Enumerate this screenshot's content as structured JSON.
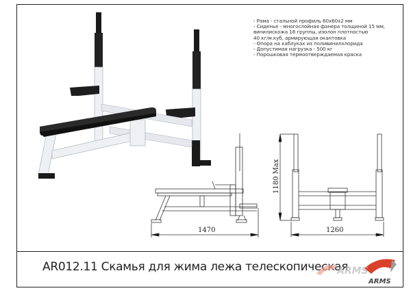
{
  "document": {
    "title": "AR012.11 Скамья для жима лежа телескопическая",
    "brand": "ARMS",
    "specs": [
      "- Рама - стальной профиль 60х60х2 мм",
      "- Сиденье - многослойная фанера толщиной 15 мм,",
      "винилискожа 18 группы, изолон плотностью",
      " 40 кг/м.куб, армирующая окантовка",
      "- Опора на каблуках из поливинилхлорида",
      "- Допустимая нагрузка - 500 кг",
      "- Порошковая термоотверждаемая краска"
    ],
    "dimensions": {
      "length": "1470",
      "width": "1260",
      "height": "1180 Max"
    }
  },
  "colors": {
    "frame_line": "#222222",
    "bench_pad": "#2a2a2a",
    "bench_frame": "#eef0f4",
    "uprights": "#1a1a1a",
    "logo_red": "#d9412b",
    "logo_gray": "#9a9a9a"
  }
}
